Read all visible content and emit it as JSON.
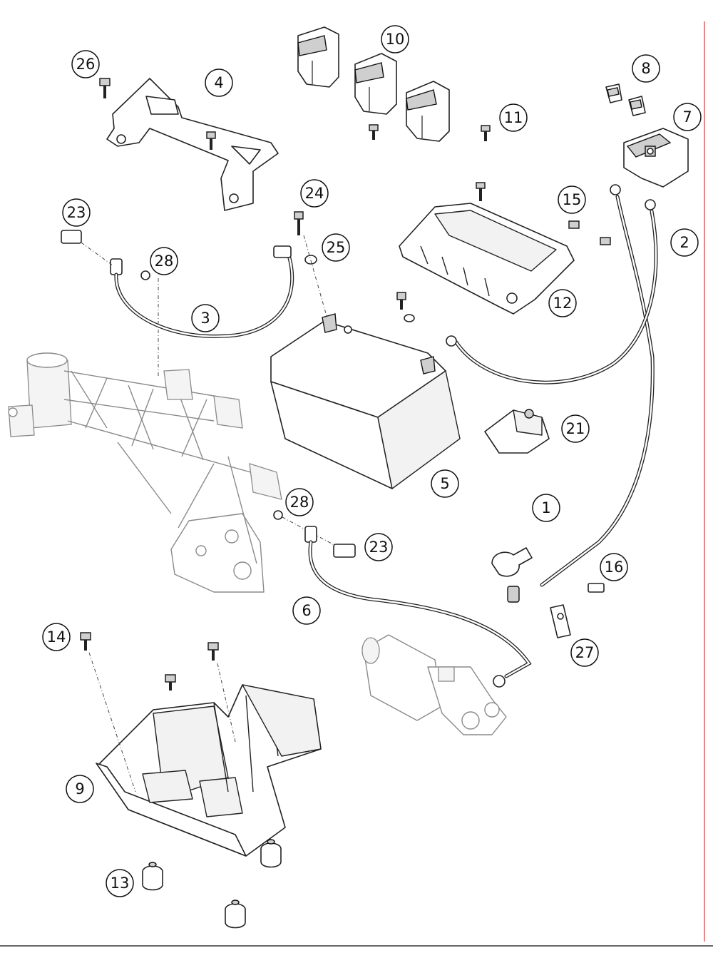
{
  "callouts": [
    "1",
    "2",
    "3",
    "4",
    "5",
    "6",
    "7",
    "8",
    "9",
    "10",
    "11",
    "12",
    "13",
    "14",
    "15",
    "16",
    "21",
    "23",
    "23",
    "24",
    "25",
    "26",
    "27",
    "28",
    "28"
  ],
  "colors": {
    "line": "#222222",
    "frame_line": "#8a8a8a",
    "margin_rule": "#e06060",
    "background": "#ffffff"
  }
}
